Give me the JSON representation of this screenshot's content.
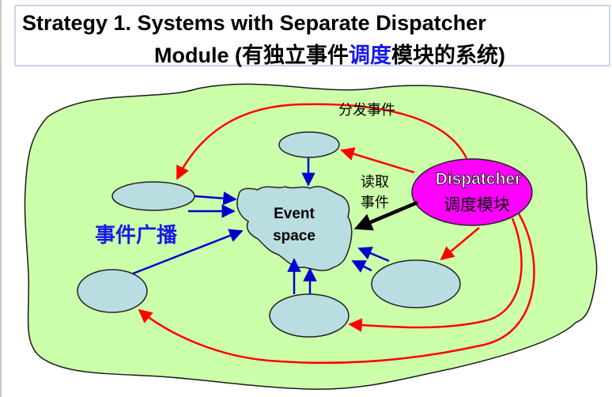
{
  "title": {
    "line1": "Strategy 1. Systems with Separate Dispatcher",
    "line2_prefix": "Module (有独立事件",
    "line2_highlight": "调度",
    "line2_suffix": "模块的系统)"
  },
  "diagram": {
    "event_space_line1": "Event",
    "event_space_line2": "space",
    "dispatcher_line1": "Dispatcher",
    "dispatcher_line2": "调度模块",
    "dispatch_events_label": "分发事件",
    "read_events_line1": "读取",
    "read_events_line2": "事件",
    "broadcast_label": "事件广播",
    "colors": {
      "region_fill": "#ccffaa",
      "node_fill": "#b9dde0",
      "dispatcher_fill": "#ff00ff",
      "dispatch_arrow": "#ff0000",
      "broadcast_arrow": "#0000cc",
      "title_highlight": "#1a1ae6"
    }
  }
}
